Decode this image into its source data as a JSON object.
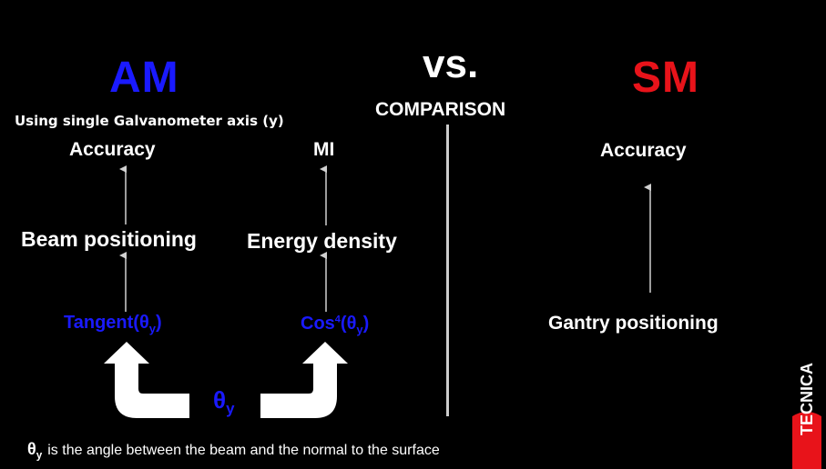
{
  "am": {
    "heading": "AM",
    "subtitle": "Using single Galvanometer axis (y)",
    "accuracy": "Accuracy",
    "mi": "MI",
    "beam_positioning": "Beam positioning",
    "energy_density": "Energy density",
    "tangent_label": "Tangent(θ",
    "cosine_label": "Cos",
    "cosine_exp": "4",
    "cosine_arg": "(θ",
    "sub_y": "y",
    "close_paren": ")"
  },
  "vs": {
    "heading": "vs.",
    "comparison": "COMPARISON"
  },
  "sm": {
    "heading": "SM",
    "accuracy": "Accuracy",
    "gantry_positioning": "Gantry positioning"
  },
  "center": {
    "theta": "θ",
    "sub": "y"
  },
  "footnote": {
    "theta": "θ",
    "sub": "y",
    "text": "is the angle between the beam and the normal to the surface"
  },
  "logo": {
    "text": "TECNICA"
  },
  "colors": {
    "background": "#000000",
    "am_blue": "#1a1aff",
    "sm_red": "#e8131a",
    "text": "#ffffff",
    "divider": "#cccccc"
  }
}
